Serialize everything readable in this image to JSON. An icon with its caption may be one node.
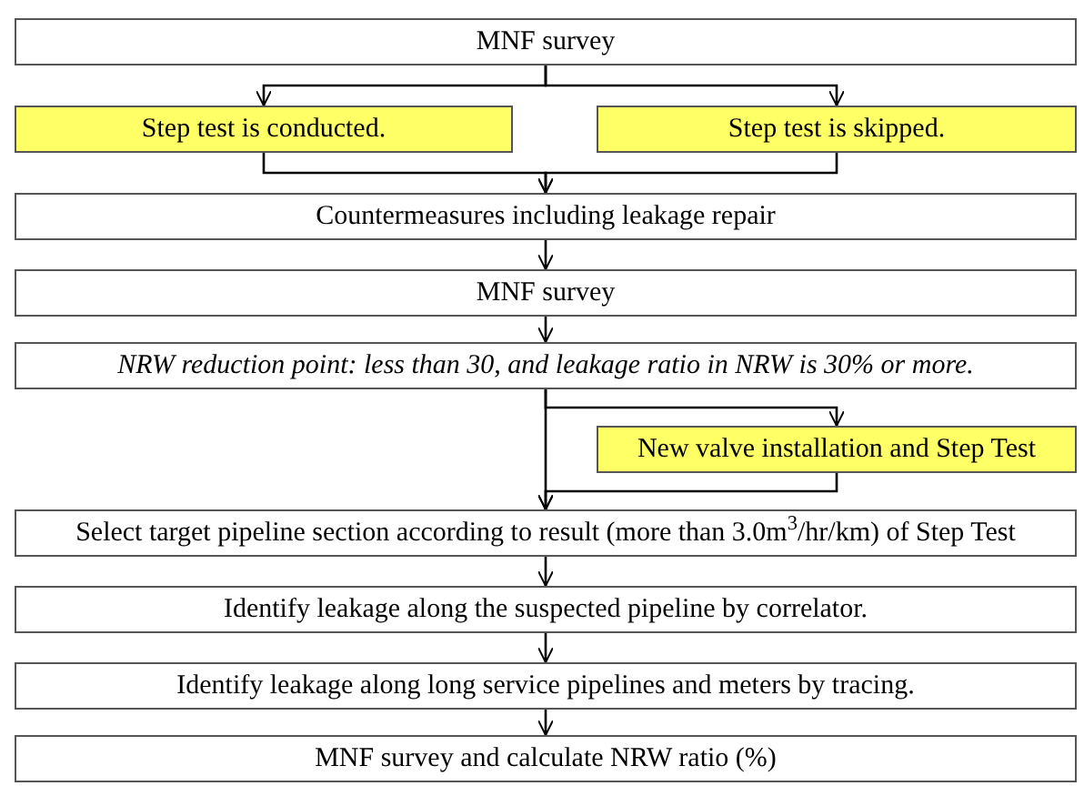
{
  "diagram": {
    "nodes": [
      {
        "text": [
          "MNF survey"
        ]
      },
      {
        "text": [
          "Step test is conducted."
        ]
      },
      {
        "text": [
          "Step test is skipped."
        ]
      },
      {
        "text": [
          "Countermeasures including leakage repair"
        ]
      },
      {
        "text": [
          "MNF survey"
        ]
      },
      {
        "text": [
          "NRW reduction point: less than 30, and leakage ratio in NRW is 30% or more."
        ]
      },
      {
        "text": [
          "New valve installation and Step Test"
        ]
      },
      {
        "text": [
          "Select target pipeline section according to result (more than 3.0m$^{3}$/hr/km) of Step Test"
        ]
      },
      {
        "text": [
          "Identify leakage along the suspected pipeline by correlator."
        ]
      },
      {
        "text": [
          "Identify leakage along long service pipelines and meters by tracing."
        ]
      },
      {
        "text": [
          "MNF survey and calculate NRW ratio (%)"
        ]
      }
    ],
    "edges": [
      {
        "from": 0,
        "to": 1,
        "arrow": "to"
      },
      {
        "from": 0,
        "to": 2,
        "arrow": "to"
      },
      {
        "from": 1,
        "to": 3,
        "arrow": "to"
      },
      {
        "from": 2,
        "to": 3,
        "arrow": "to"
      },
      {
        "from": 3,
        "to": 4,
        "arrow": "to"
      },
      {
        "from": 4,
        "to": 5,
        "arrow": "to"
      },
      {
        "from": 5,
        "to": 6,
        "arrow": "to"
      },
      {
        "from": 5,
        "to": 7,
        "arrow": "to"
      },
      {
        "from": 6,
        "to": 7,
        "arrow": "to"
      },
      {
        "from": 7,
        "to": 8,
        "arrow": "to"
      },
      {
        "from": 8,
        "to": 9,
        "arrow": "to"
      },
      {
        "from": 9,
        "to": 10,
        "arrow": "to"
      }
    ]
  }
}
